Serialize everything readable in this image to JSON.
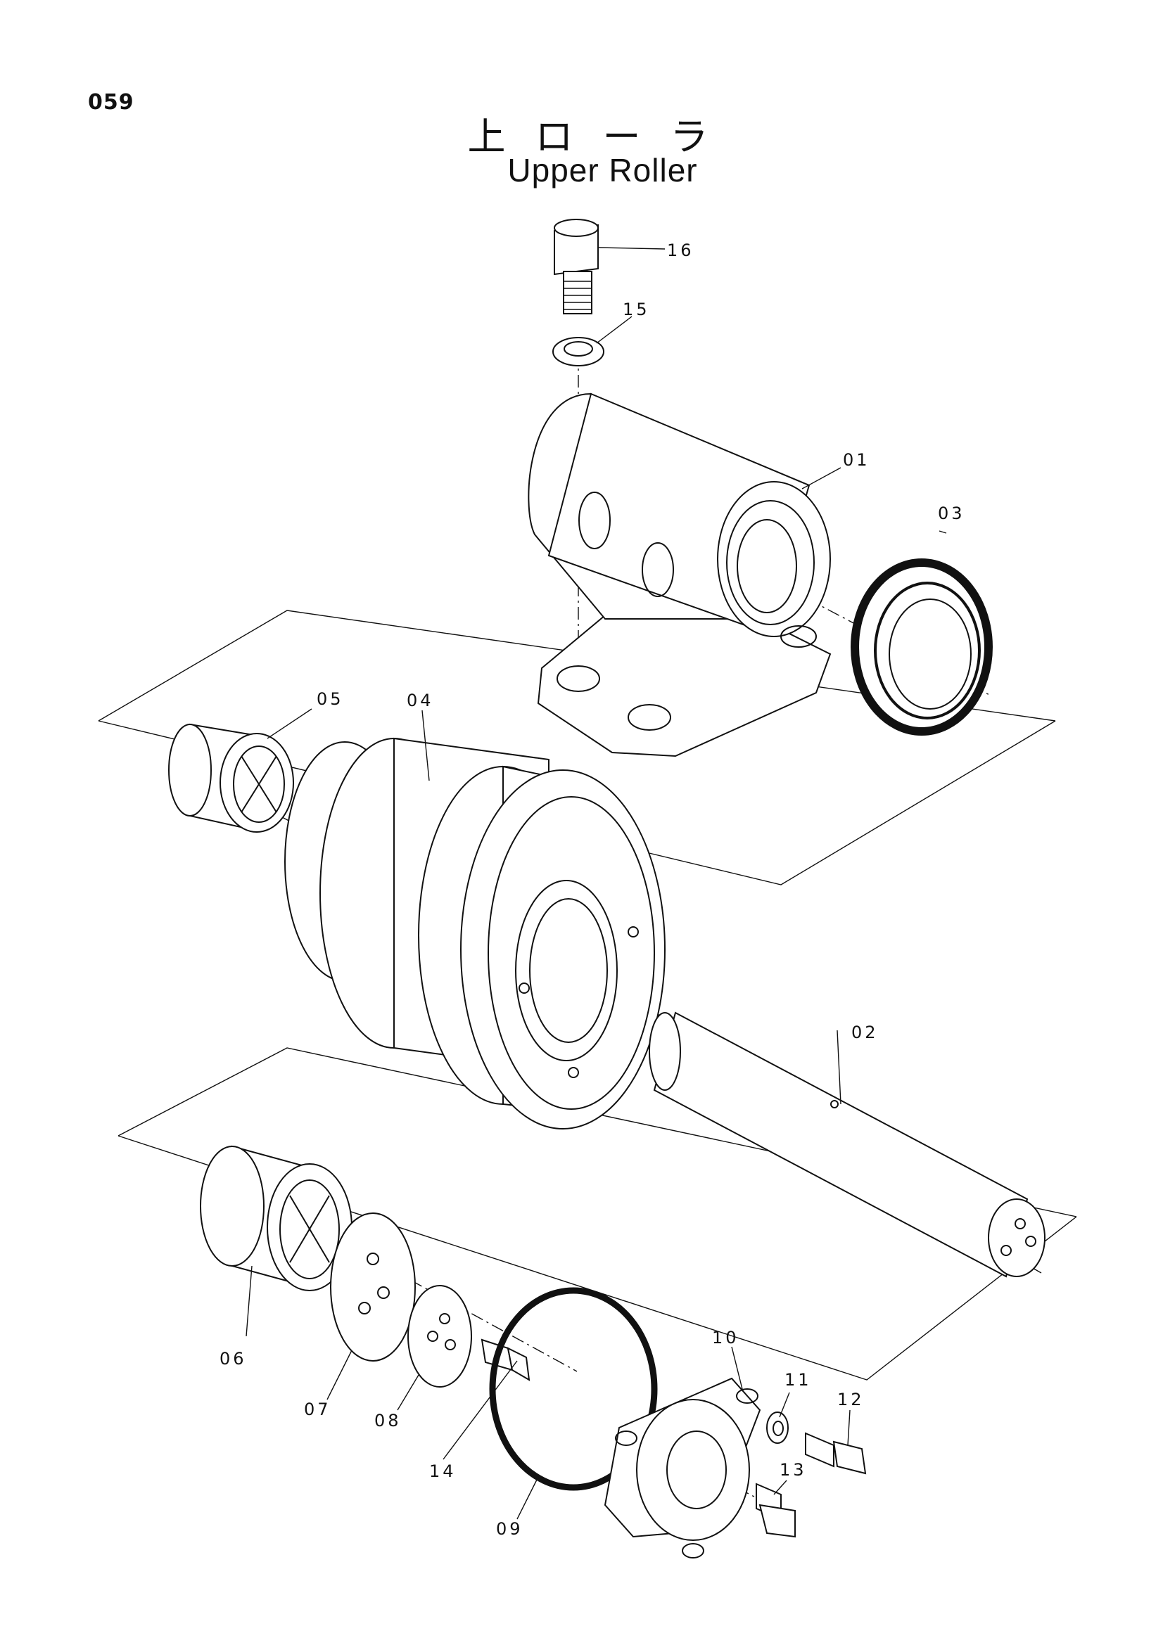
{
  "page_number": "059",
  "title_jp": "上ローラ",
  "title_en": "Upper Roller",
  "parts": {
    "p01": "01",
    "p02": "02",
    "p03": "03",
    "p04": "04",
    "p05": "05",
    "p06": "06",
    "p07": "07",
    "p08": "08",
    "p09": "09",
    "p10": "10",
    "p11": "11",
    "p12": "12",
    "p13": "13",
    "p14": "14",
    "p15": "15",
    "p16": "16"
  }
}
